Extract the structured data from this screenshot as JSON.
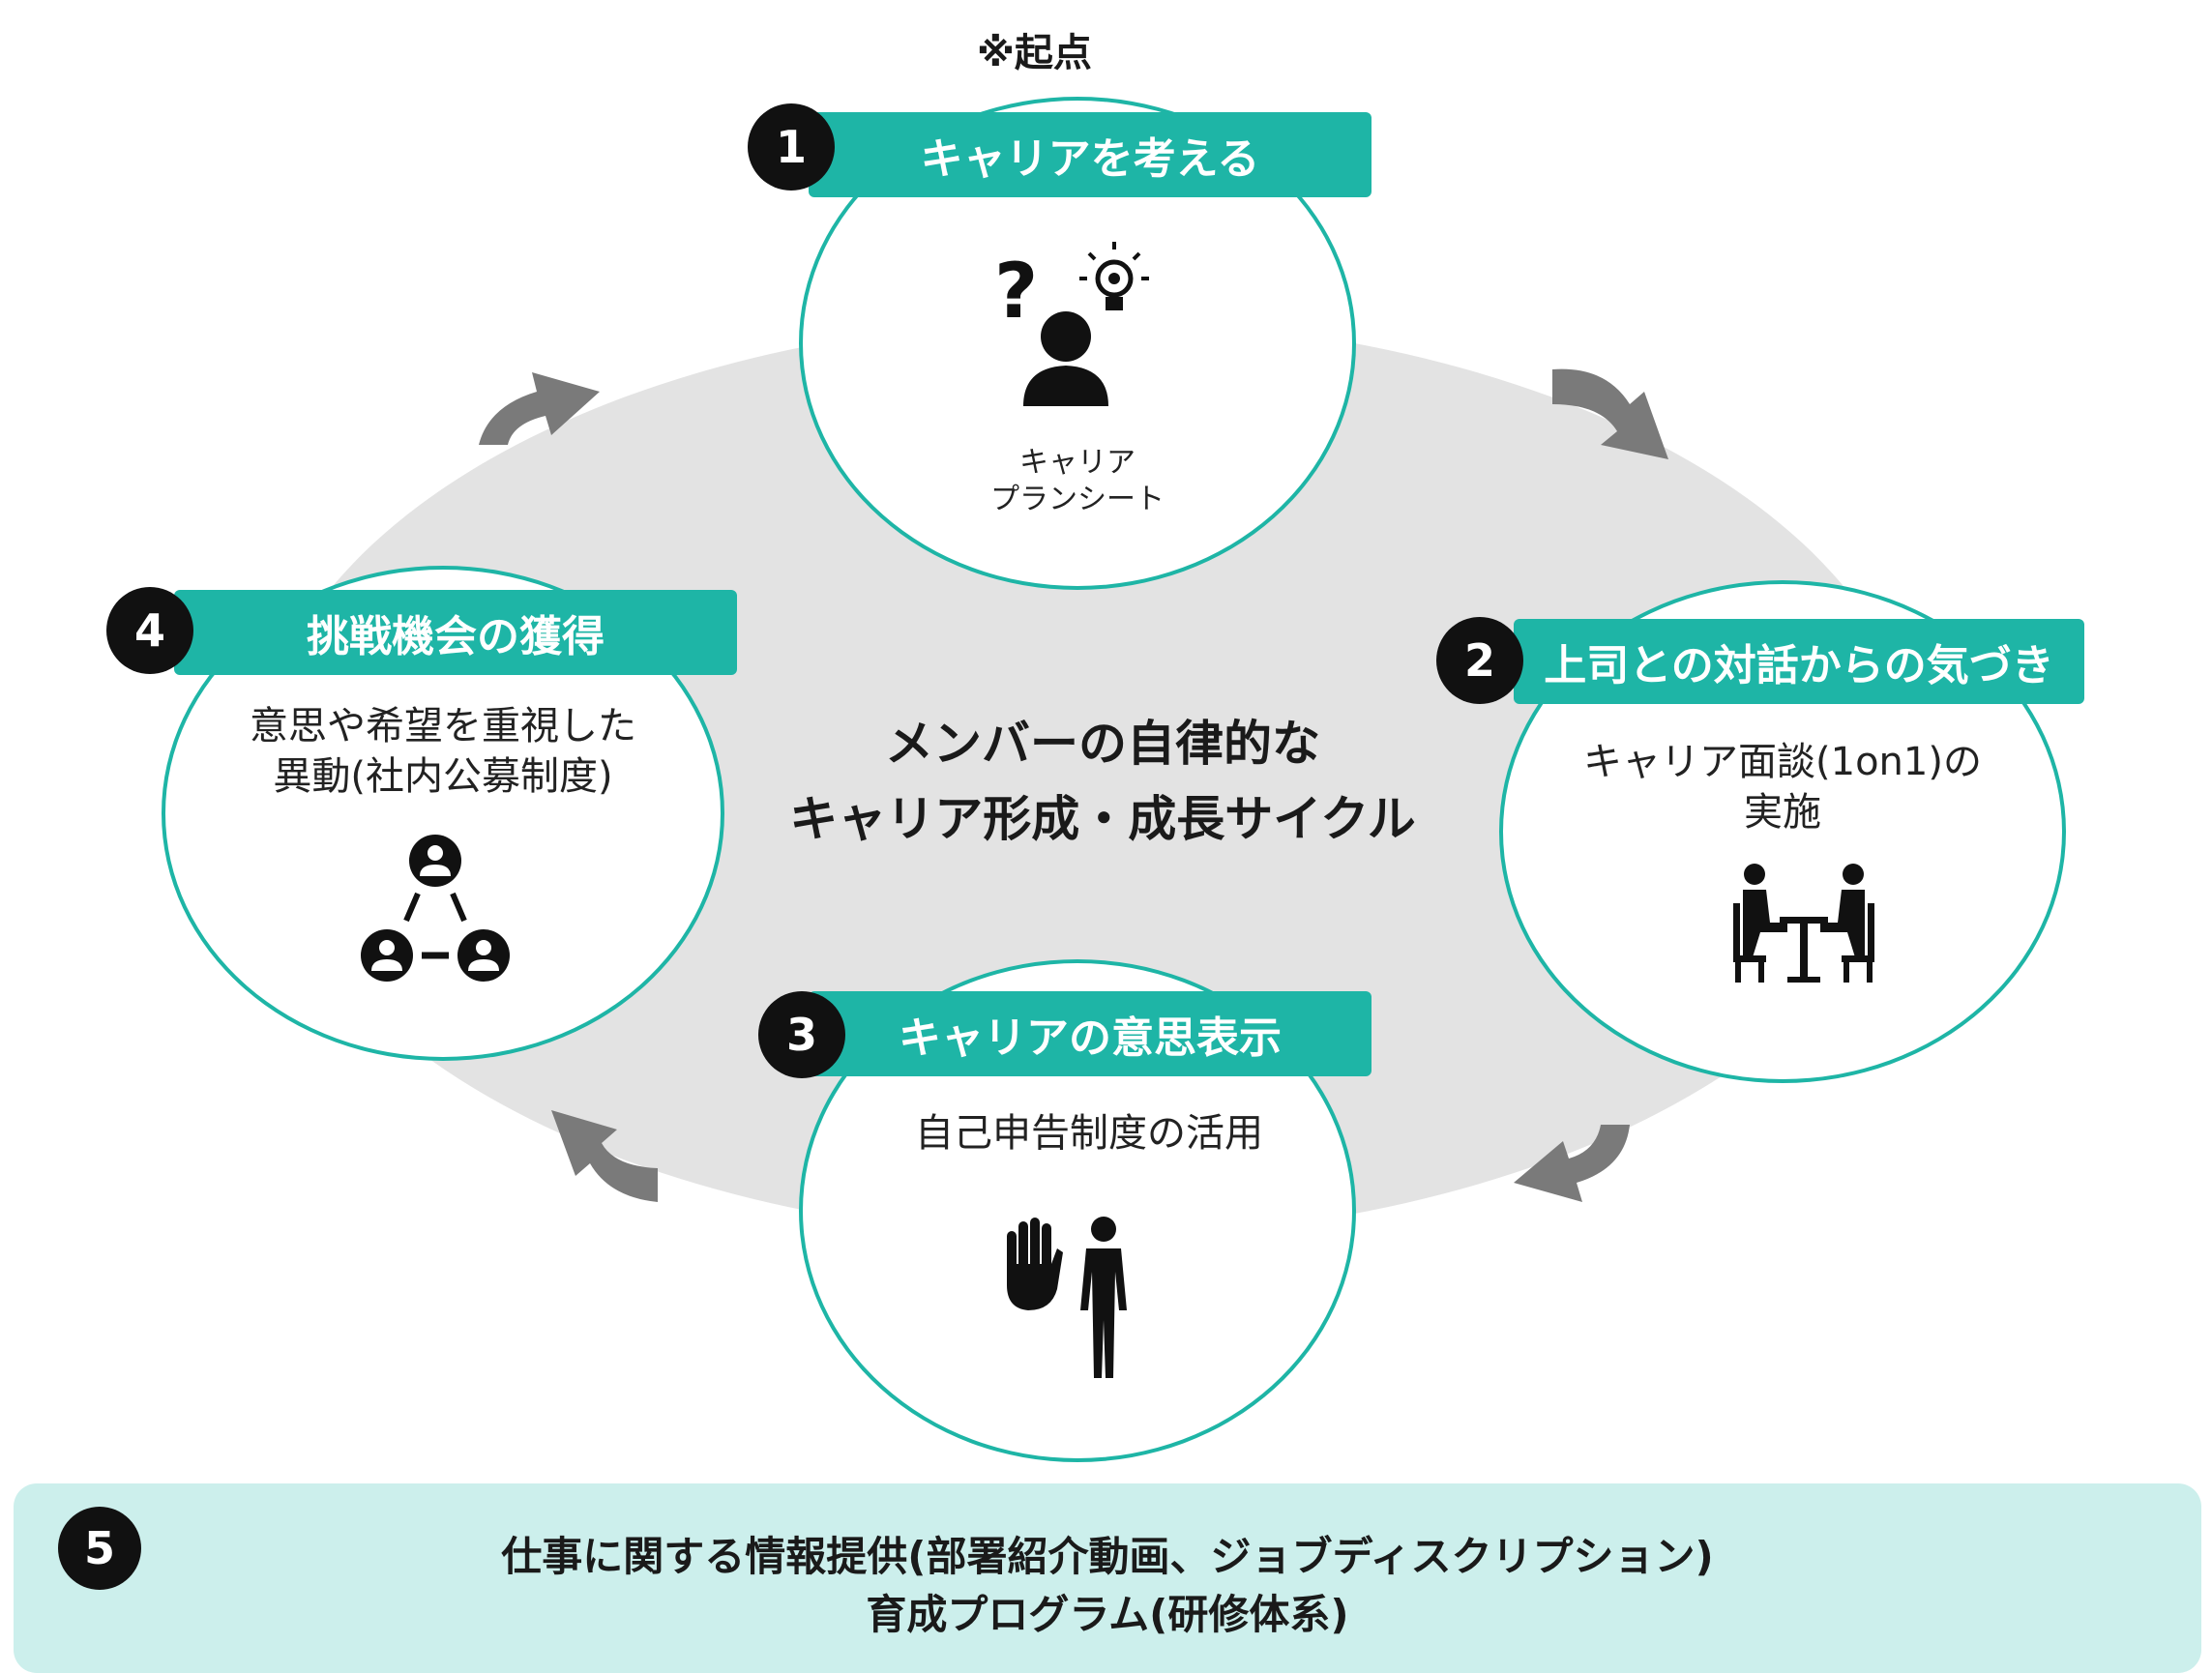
{
  "origin_label": "※起点",
  "center_title": [
    "メンバーの自律的な",
    "キャリア形成・成長サイクル"
  ],
  "steps": [
    {
      "number": "1",
      "title": "キャリアを考える",
      "description": [
        "キャリア",
        "プランシート"
      ],
      "icon": "person-question-idea-icon"
    },
    {
      "number": "2",
      "title": "上司との対話からの気づき",
      "description": [
        "キャリア面談(1on1)の",
        "実施"
      ],
      "icon": "two-people-meeting-table-icon"
    },
    {
      "number": "3",
      "title": "キャリアの意思表示",
      "description": [
        "自己申告制度の活用"
      ],
      "icon": "raised-hand-person-icon"
    },
    {
      "number": "4",
      "title": "挑戦機会の獲得",
      "description": [
        "意思や希望を重視した",
        "異動(社内公募制度)"
      ],
      "icon": "people-network-icon"
    }
  ],
  "footer": {
    "number": "5",
    "lines": [
      "仕事に関する情報提供(部署紹介動画、ジョブディスクリプション)",
      "育成プログラム(研修体系)"
    ]
  },
  "colors": {
    "accent": "#1eb5a6",
    "band": "#ccefec",
    "ellipse": "#e3e3e3",
    "arrow": "#7a7a7a"
  }
}
